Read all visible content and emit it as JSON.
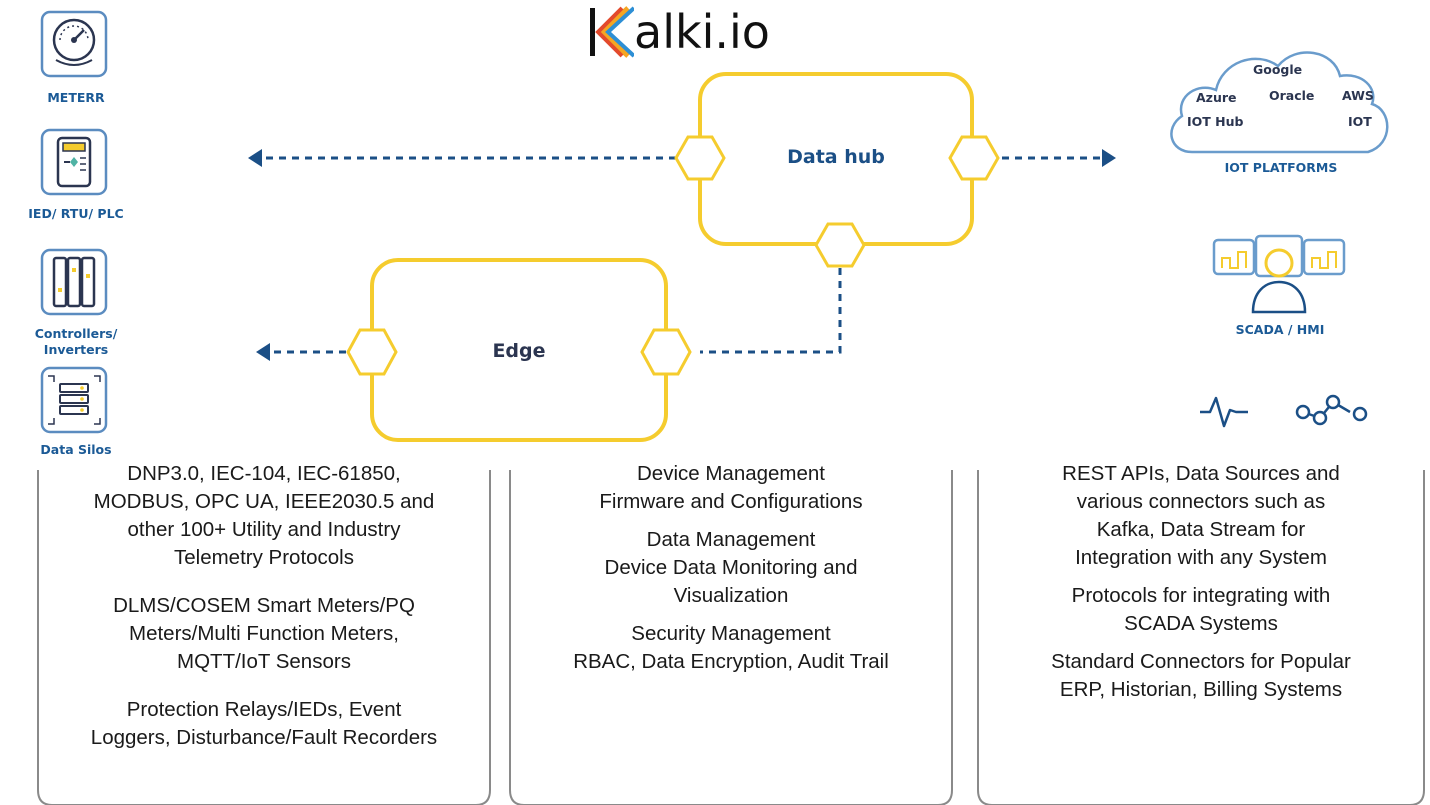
{
  "brand": {
    "logo_text": "alki.io",
    "logo_letter": "K"
  },
  "devices": [
    {
      "icon": "meter-gauge-icon",
      "label": "METERR"
    },
    {
      "icon": "ied-rtu-plc-icon",
      "label": "IED/ RTU/ PLC"
    },
    {
      "icon": "controller-inverter-icon",
      "label_line1": "Controllers/",
      "label_line2": "Inverters"
    },
    {
      "icon": "data-silos-server-icon",
      "label": "Data Silos"
    }
  ],
  "boxes": {
    "data_hub": "Data hub",
    "edge": "Edge"
  },
  "cloud": {
    "google": "Google",
    "azure": "Azure",
    "oracle": "Oracle",
    "aws": "AWS",
    "iot_hub": "IOT Hub",
    "iot": "IOT",
    "label": "IOT PLATFORMS"
  },
  "scada": {
    "icon": "scada-hmi-operator-icon",
    "label": "SCADA / HMI"
  },
  "extra_icons": [
    "waveform-icon",
    "connected-nodes-icon"
  ],
  "panels": {
    "left": [
      [
        "DNP3.0, IEC-104, IEC-61850,",
        "MODBUS, OPC UA, IEEE2030.5 and",
        "other 100+ Utility and Industry",
        "Telemetry Protocols"
      ],
      [
        "DLMS/COSEM Smart Meters/PQ",
        "Meters/Multi Function Meters,",
        "MQTT/IoT Sensors"
      ],
      [
        "Protection Relays/IEDs, Event",
        "Loggers, Disturbance/Fault Recorders"
      ]
    ],
    "middle": [
      [
        "Device Management",
        "Firmware and Configurations"
      ],
      [
        "Data Management",
        "Device Data Monitoring and",
        "Visualization"
      ],
      [
        "Security Management",
        "RBAC, Data Encryption, Audit Trail"
      ]
    ],
    "right": [
      [
        "REST APIs, Data Sources and",
        "various connectors such as",
        "Kafka, Data Stream for",
        "Integration with any System"
      ],
      [
        "Protocols for integrating with",
        "SCADA Systems"
      ],
      [
        "Standard Connectors for Popular",
        "ERP, Historian, Billing Systems"
      ]
    ]
  },
  "colors": {
    "accent_yellow": "#f5cc2e",
    "navy": "#1b4f86",
    "label_blue": "#1b5a96",
    "icon_blue": "#5b8cc0",
    "panel_border": "#8a8a8a"
  }
}
